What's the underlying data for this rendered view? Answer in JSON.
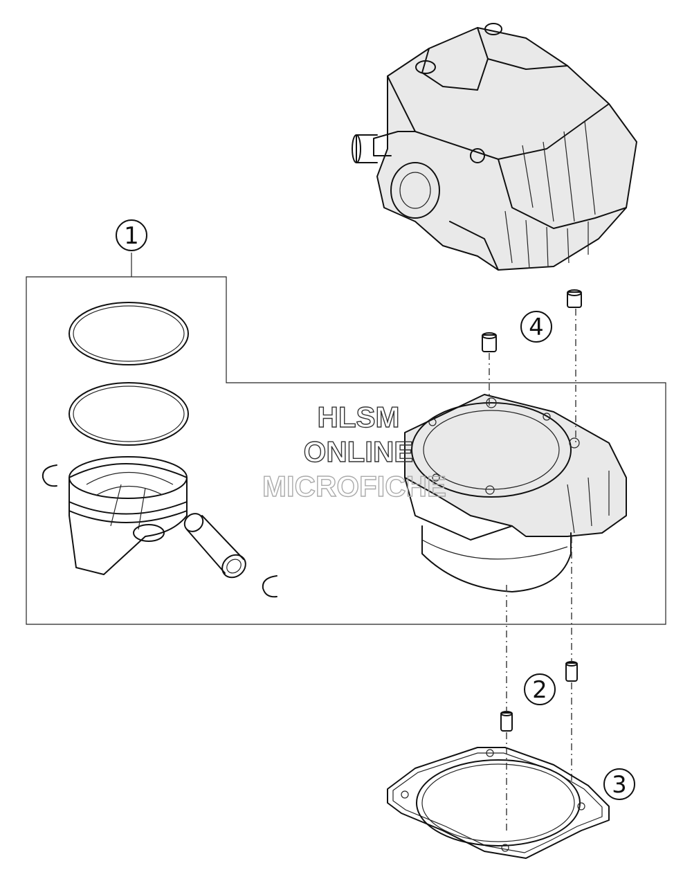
{
  "callouts": [
    {
      "id": "1",
      "label": "1"
    },
    {
      "id": "2",
      "label": "2"
    },
    {
      "id": "3",
      "label": "3"
    },
    {
      "id": "4",
      "label": "4"
    }
  ],
  "watermark": {
    "line1": "HLSM",
    "line2": "ONLINE",
    "line3": "MICROFICHE"
  }
}
